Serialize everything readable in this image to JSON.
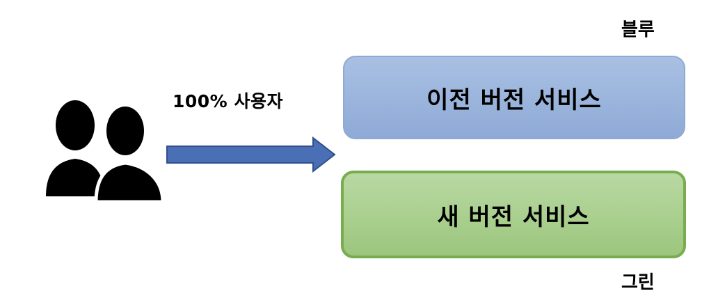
{
  "traffic": {
    "label": "100% 사용자"
  },
  "environments": {
    "blue": {
      "label": "블루",
      "service": "이전 버전 서비스",
      "color": "#9ab4dc",
      "border_color": "#8ea9d3"
    },
    "green": {
      "label": "그린",
      "service": "새 버전 서비스",
      "color": "#a9cf8e",
      "border_color": "#78ad4e"
    }
  },
  "arrow": {
    "color": "#4a6fb5"
  },
  "icons": {
    "users": "users-icon",
    "arrow": "arrow-right-icon"
  }
}
